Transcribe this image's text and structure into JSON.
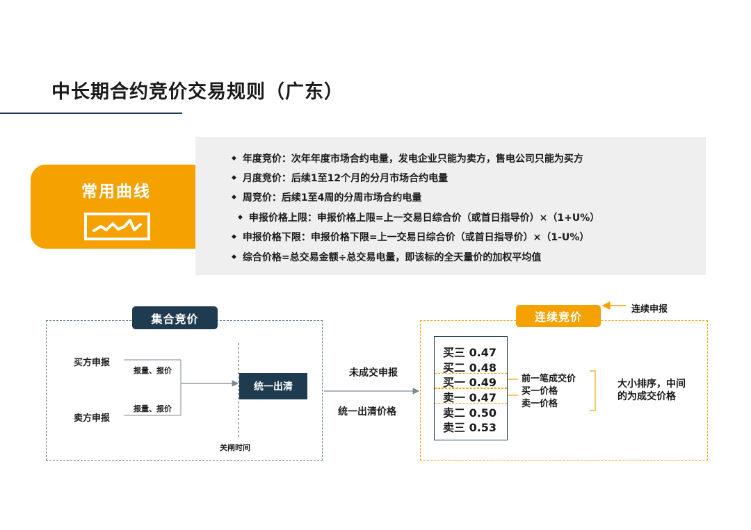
{
  "title": "中长期合约竞价交易规则（广东）",
  "badge": {
    "label": "常用曲线",
    "icon": "line-chart-icon"
  },
  "rules": [
    "年度竞价：次年年度市场合约电量，发电企业只能为卖方，售电公司只能为买方",
    "月度竞价：后续1至12个月的分月市场合约电量",
    "周竞价：后续1至4周的分周市场合约电量",
    "申报价格上限：申报价格上限=上一交易日综合价（或首日指导价）×（1+U%）",
    "申报价格下限：申报价格下限=上一交易日综合价（或首日指导价）×（1-U%）",
    "综合价格=总交易金额÷总交易电量，即该标的全天量价的加权平均值"
  ],
  "call_auction": {
    "tab": "集合竞价",
    "buyer": "买方申报",
    "seller": "卖方申报",
    "buyer_note": "报量、报价",
    "seller_note": "报量、报价",
    "clear": "统一出清",
    "close_time": "关闸时间"
  },
  "transfer": {
    "unmatched": "未成交申报",
    "clear_price": "统一出清价格"
  },
  "continuous": {
    "tab": "连续竞价",
    "side_label": "连续申报",
    "book": [
      "买三 0.47",
      "买二 0.48",
      "买一 0.49",
      "卖一 0.47",
      "卖二 0.50",
      "卖三 0.53"
    ],
    "refs": [
      "前一笔成交价",
      "买一价格",
      "卖一价格"
    ],
    "conclusion": [
      "大小排序，中间",
      "的为成交价格"
    ]
  },
  "colors": {
    "navy": "#1f3b50",
    "orange": "#f5a100",
    "panel": "#efefef"
  }
}
